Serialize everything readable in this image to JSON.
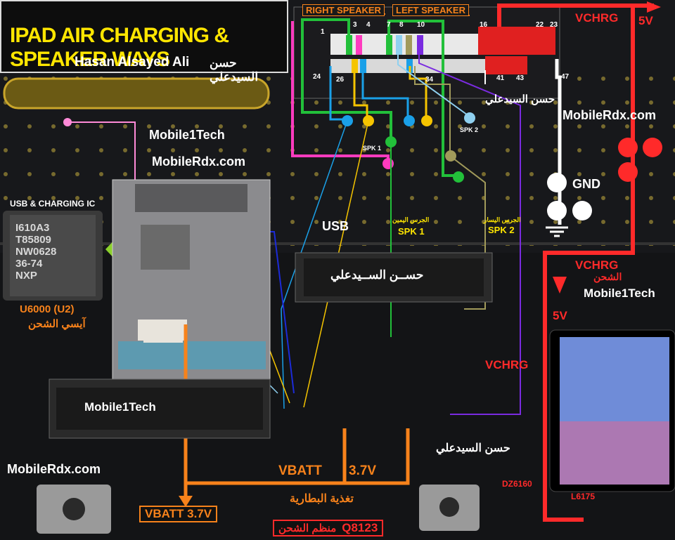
{
  "header": {
    "title": "IPAD AIR CHARGING & SPEAKER WAYS",
    "author": "Hasan Alsayed Ali",
    "author_ar": "حسن السيدعلي"
  },
  "connector": {
    "right_speaker": "RIGHT SPEAKER",
    "left_speaker": "LEFT SPEAKER",
    "pins": {
      "p1": "1",
      "p3": "3",
      "p4": "4",
      "p7": "7",
      "p8": "8",
      "p10": "10",
      "p16": "16",
      "p22": "22",
      "p23": "23",
      "p24": "24",
      "p26": "26",
      "p34": "34",
      "p41": "41",
      "p43": "43",
      "p47": "47"
    }
  },
  "labels": {
    "vchrg_top": "VCHRG",
    "five_v_top": "5V",
    "author_ar_connector": "حسن السيدعلي",
    "mobilerdx_right": "MobileRdx.com",
    "spk1_small": "SPK 1",
    "spk2_small": "SPK 2",
    "gnd": "GND",
    "mobile1tech_top": "Mobile1Tech",
    "mobilerdx_top": "MobileRdx.com",
    "usb_ic": "USB & CHARGING IC",
    "usb": "USB",
    "spk1_ar": "الجرس اليمين",
    "spk1": "SPK 1",
    "spk2_ar": "الجرس اليسار",
    "spk2": "SPK 2",
    "vchrg_mid": "VCHRG",
    "vchrg_mid_ar": "الشحن",
    "mobile1tech_right": "Mobile1Tech",
    "five_v_mid": "5V",
    "author_ar_mid": "حســن الســيدعلي",
    "u6000": "U6000 (U2)",
    "u6000_ar": "آيسي الشحن",
    "mobile1tech_left": "Mobile1Tech",
    "vchrg_right": "VCHRG",
    "mobilerdx_bottom": "MobileRdx.com",
    "author_ar_bottom": "حسن السيدعلي",
    "vbatt": "VBATT",
    "vbatt_v": "3.7V",
    "vbatt_ar": "تغذية البطارية",
    "vbatt_box": "VBATT 3.7V",
    "dz6160": "DZ6160",
    "l6175": "L6175",
    "q8123": "Q8123",
    "q8123_ar": "منظم الشحن"
  },
  "chip": {
    "line1": "I610A3",
    "line2": "T85809",
    "line3": "NW0628",
    "line4": "36-74",
    "line5": "NXP"
  },
  "colors": {
    "charging": "#ff2a2a",
    "vbatt": "#f7821b",
    "ground": "#ffffff",
    "usb_pink": "#ff4fc0",
    "spk1_green": "#2ecc3c",
    "spk_blue": "#1aa0e8",
    "spk_yellow": "#f5c400",
    "spk_olive": "#a19a5a",
    "spk_purple": "#7a2be0",
    "spk_navy": "#1c2bd8",
    "title": "#ffe600"
  }
}
